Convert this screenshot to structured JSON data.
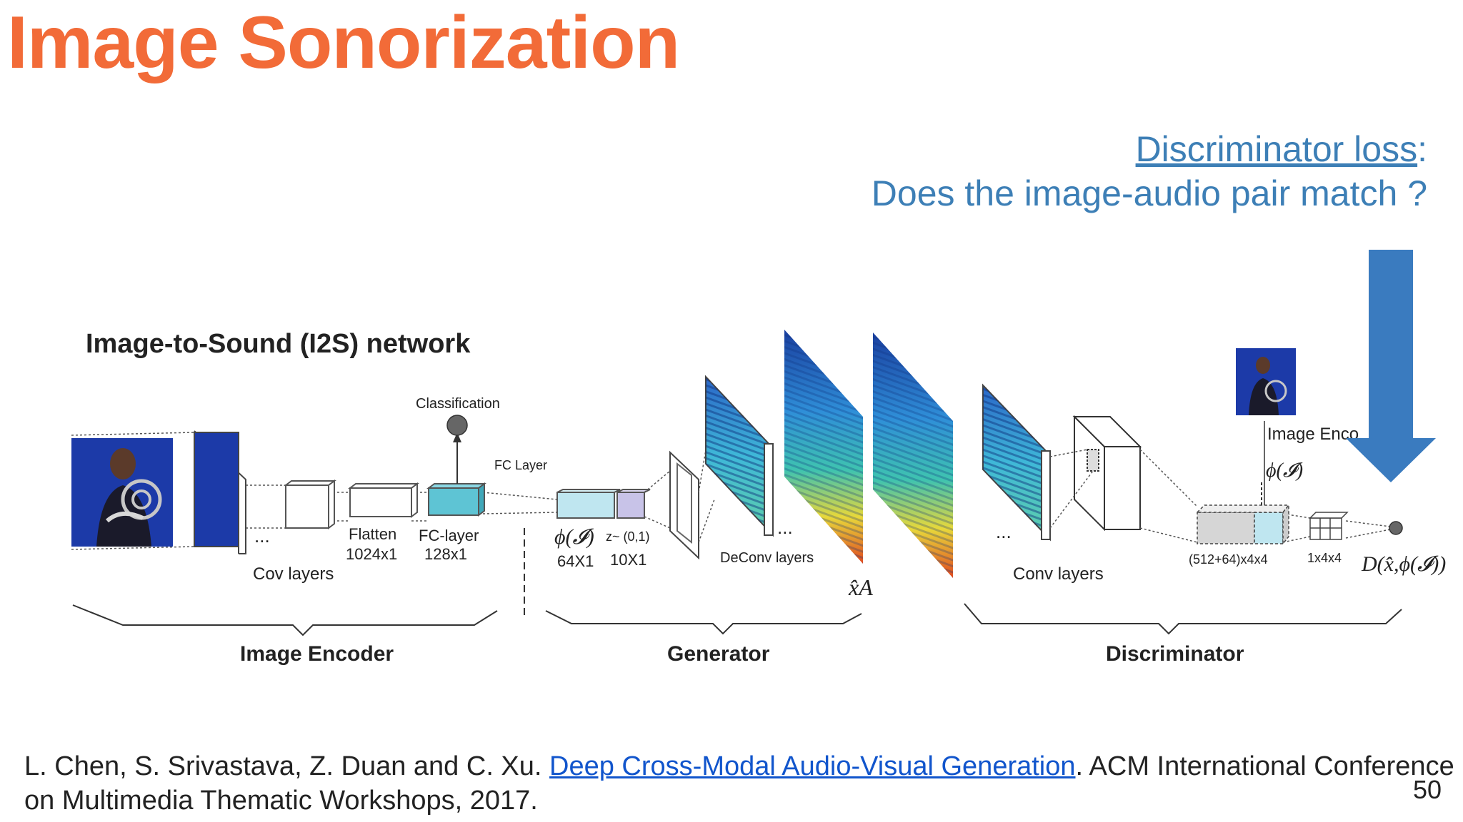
{
  "slide": {
    "title": "Image Sonorization",
    "number": "50"
  },
  "discriminator_note": {
    "link": "Discriminator loss",
    "colon": ":",
    "question": "Does the image-audio pair match ?"
  },
  "diagram": {
    "heading": "Image-to-Sound (I2S) network",
    "labels": {
      "classification": "Classification",
      "fc_layer": "FC Layer",
      "ellipsis": "...",
      "cov_layers": "Cov layers",
      "flatten": "Flatten",
      "flatten_dim": "1024x1",
      "fc_layer_box": "FC-layer",
      "fc_dim": "128x1",
      "phi_i": "ϕ(𝓘)",
      "phi_dim": "64X1",
      "z_label": "z~ (0,1)",
      "z_dim": "10X1",
      "deconv_layers": "DeConv layers",
      "x_hat_a": "x̂A",
      "conv_layers": "Conv layers",
      "image_encoder_label": "Image Enco",
      "concat_dim": "(512+64)x4x4",
      "small_dim": "1x4x4",
      "d_output": "D(x̂,ϕ(𝓘))"
    },
    "sections": {
      "encoder": "Image Encoder",
      "generator": "Generator",
      "discriminator": "Discriminator"
    },
    "colors": {
      "accent_arrow": "#3a7bbf",
      "fc_box": "#5ec4d4",
      "phi_box": "#bfe6f0",
      "z_box": "#c8c3e8",
      "photo_bg": "#1c3aa8"
    }
  },
  "citation": {
    "before": "L. Chen, S. Srivastava, Z. Duan and C. Xu. ",
    "link": "Deep Cross-Modal Audio-Visual Generation",
    "after": ". ACM International Conference on Multimedia Thematic Workshops, 2017."
  }
}
